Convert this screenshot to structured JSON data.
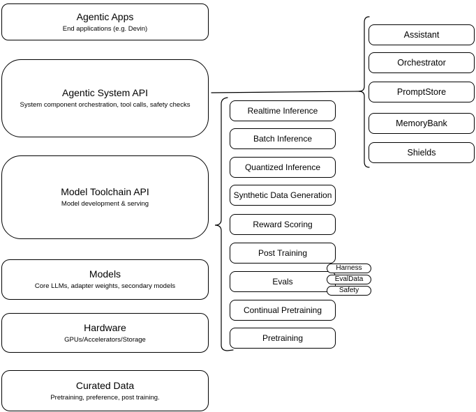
{
  "left_stack": {
    "boxes": [
      {
        "title": "Agentic Apps",
        "subtitle": "End applications (e.g. Devin)"
      },
      {
        "title": "Agentic System API",
        "subtitle": "System component orchestration, tool calls, safety checks"
      },
      {
        "title": "Model Toolchain API",
        "subtitle": "Model development & serving"
      },
      {
        "title": "Models",
        "subtitle": "Core LLMs, adapter weights, secondary models"
      },
      {
        "title": "Hardware",
        "subtitle": "GPUs/Accelerators/Storage"
      },
      {
        "title": "Curated Data",
        "subtitle": "Pretraining, preference, post training."
      }
    ]
  },
  "toolchain_components": {
    "items": [
      "Realtime Inference",
      "Batch Inference",
      "Quantized Inference",
      "Synthetic Data Generation",
      "Reward Scoring",
      "Post Training",
      "Evals",
      "Continual Pretraining",
      "Pretraining"
    ],
    "evals_tags": [
      "Harness",
      "EvalData",
      "Safety"
    ]
  },
  "system_components": {
    "items": [
      "Assistant",
      "Orchestrator",
      "PromptStore",
      "MemoryBank",
      "Shields"
    ]
  },
  "colors": {
    "stroke": "#000000",
    "fill": "#ffffff",
    "text": "#000000"
  }
}
